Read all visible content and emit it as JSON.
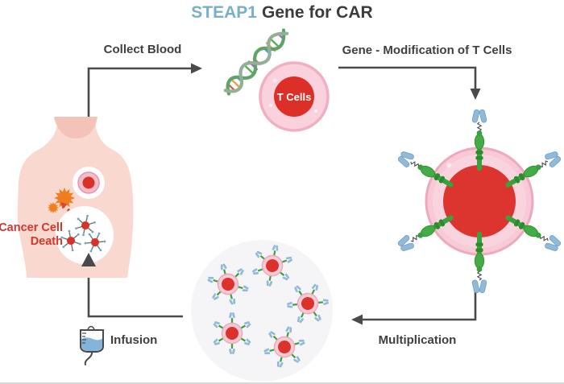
{
  "title": {
    "highlight": "STEAP1",
    "rest": "Gene for CAR"
  },
  "steps": {
    "collect_blood": "Collect Blood",
    "gene_modification": "Gene - Modification of T Cells",
    "multiplication": "Multiplication",
    "infusion": "Infusion",
    "cancer_line1": "Cancer Cell",
    "cancer_line2": "Death",
    "t_cells": "T Cells"
  },
  "icons": {
    "dna": "dna-icon",
    "t_cell": "t-cell-icon",
    "car_t_cell": "car-t-cell-icon",
    "multiplied_cells": "multiplied-cells-icon",
    "human_torso": "human-torso-icon",
    "cancer_cells": "cancer-cells-icon",
    "iv_bag": "iv-bag-icon"
  },
  "colors": {
    "title_accent": "#79b0c8",
    "text_dark": "#3f3f41",
    "arrow": "#4a4a4c",
    "cell_red": "#dc322b",
    "cell_pink": "#f8ccd7",
    "cell_pink_border": "#efa9bf",
    "body_pink": "#f8d8cf",
    "neck_pink": "#f4c3b8",
    "cancer_orange": "#ef7f1e",
    "cancer_text_red": "#cf382d",
    "receptor_green": "#3aa23c",
    "antibody_blue": "#91bad9",
    "iv_liquid_blue": "#82b5d9"
  }
}
